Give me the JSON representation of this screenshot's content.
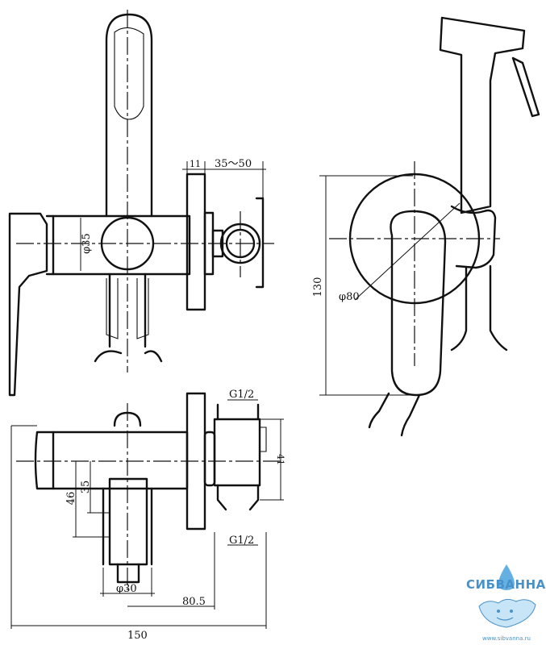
{
  "dimensions": {
    "d35": "φ35",
    "d11": "11",
    "range_35_50": "35〜50",
    "d130": "130",
    "d80_plate": "φ80",
    "g12_top": "G1/2",
    "g12_bottom": "G1/2",
    "d41": "41",
    "d46": "46",
    "d35_side": "35",
    "d30": "φ30",
    "d80_5": "80.5",
    "d150": "150"
  },
  "logo": {
    "name": "СИБВАННА",
    "url": "www.sibvanna.ru",
    "color": "#2a7fc0"
  }
}
